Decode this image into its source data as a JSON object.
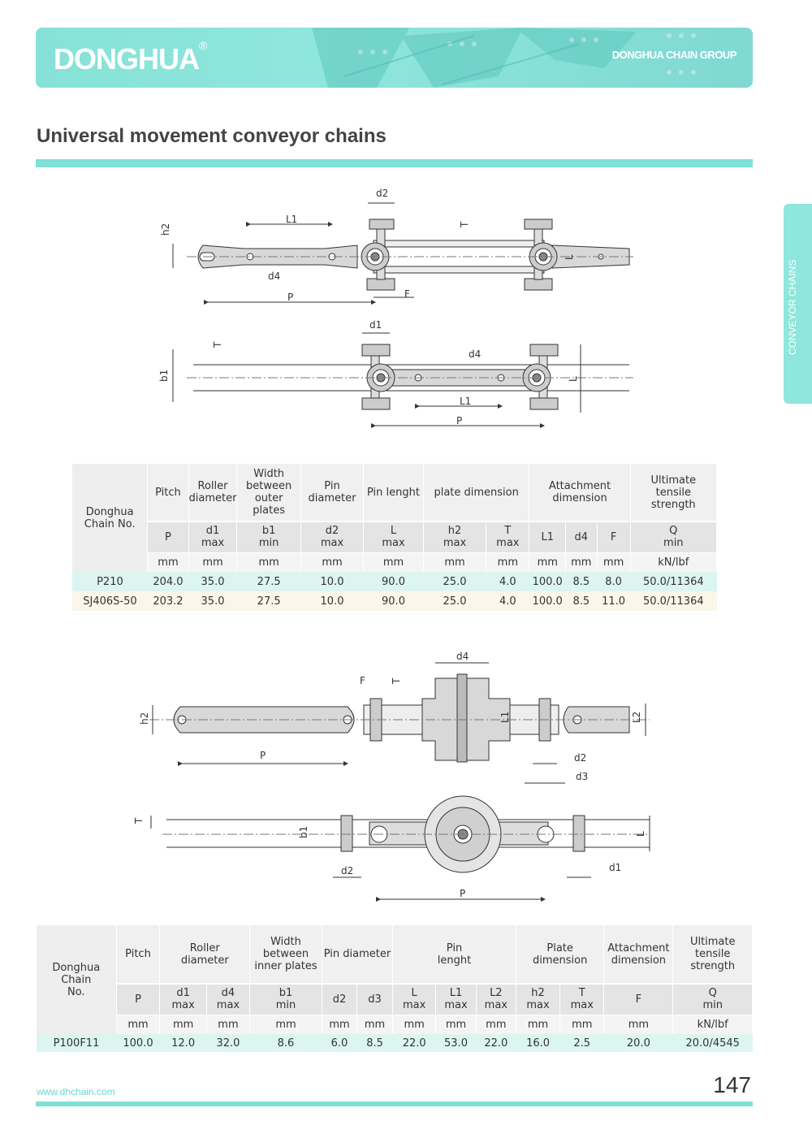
{
  "header": {
    "brand": "DONGHUA",
    "brand_mark": "®",
    "group": "DONGHUA CHAIN GROUP"
  },
  "page_title": "Universal movement conveyor chains",
  "side_tab": "CONVEYOR CHAINS",
  "drawing1": {
    "labels": {
      "d2": "d2",
      "h2": "h2",
      "L1": "L1",
      "T": "T",
      "d4": "d4",
      "L": "L",
      "P": "P",
      "F": "F",
      "d1": "d1",
      "b1": "b1"
    }
  },
  "table1": {
    "chain_no_label": "Donghua Chain No.",
    "groups": [
      "Pitch",
      "Roller diameter",
      "Width between outer plates",
      "Pin diameter",
      "Pin lenght",
      "plate dimension",
      "Attachment dimension",
      "Ultimate tensile strength"
    ],
    "symbols": [
      "P",
      "d1 max",
      "b1 min",
      "d2 max",
      "L max",
      "h2 max",
      "T max",
      "L1",
      "d4",
      "F",
      "Q min"
    ],
    "units": [
      "mm",
      "mm",
      "mm",
      "mm",
      "mm",
      "mm",
      "mm",
      "mm",
      "mm",
      "mm",
      "kN/lbf"
    ],
    "rows": [
      [
        "P210",
        "204.0",
        "35.0",
        "27.5",
        "10.0",
        "90.0",
        "25.0",
        "4.0",
        "100.0",
        "8.5",
        "8.0",
        "50.0/11364"
      ],
      [
        "SJ406S-50",
        "203.2",
        "35.0",
        "27.5",
        "10.0",
        "90.0",
        "25.0",
        "4.0",
        "100.0",
        "8.5",
        "11.0",
        "50.0/11364"
      ]
    ]
  },
  "drawing2": {
    "labels": {
      "d4": "d4",
      "F": "F",
      "T": "T",
      "h2": "h2",
      "L1": "L1",
      "L2": "L2",
      "P": "P",
      "d2": "d2",
      "d3": "d3",
      "b1": "b1",
      "L": "L",
      "d1": "d1"
    }
  },
  "table2": {
    "chain_no_label": "Donghua Chain No.",
    "groups": [
      "Pitch",
      "Roller diameter",
      "Width between inner plates",
      "Pin diameter",
      "Pin lenght",
      "Plate dimension",
      "Attachment dimension",
      "Ultimate tensile strength"
    ],
    "symbols": [
      "P",
      "d1 max",
      "d4 max",
      "b1 min",
      "d2",
      "d3",
      "L max",
      "L1 max",
      "L2 max",
      "h2 max",
      "T max",
      "F",
      "Q min"
    ],
    "units": [
      "mm",
      "mm",
      "mm",
      "mm",
      "mm",
      "mm",
      "mm",
      "mm",
      "mm",
      "mm",
      "mm",
      "mm",
      "kN/lbf"
    ],
    "rows": [
      [
        "P100F11",
        "100.0",
        "12.0",
        "32.0",
        "8.6",
        "6.0",
        "8.5",
        "22.0",
        "53.0",
        "22.0",
        "16.0",
        "2.5",
        "20.0",
        "20.0/4545"
      ]
    ]
  },
  "footer": {
    "url": "www.dhchain.com",
    "page_number": "147"
  },
  "colors": {
    "accent": "#7fe0d6",
    "row_highlight": "#dcf5f1",
    "row_alt": "#fbf6ea"
  }
}
